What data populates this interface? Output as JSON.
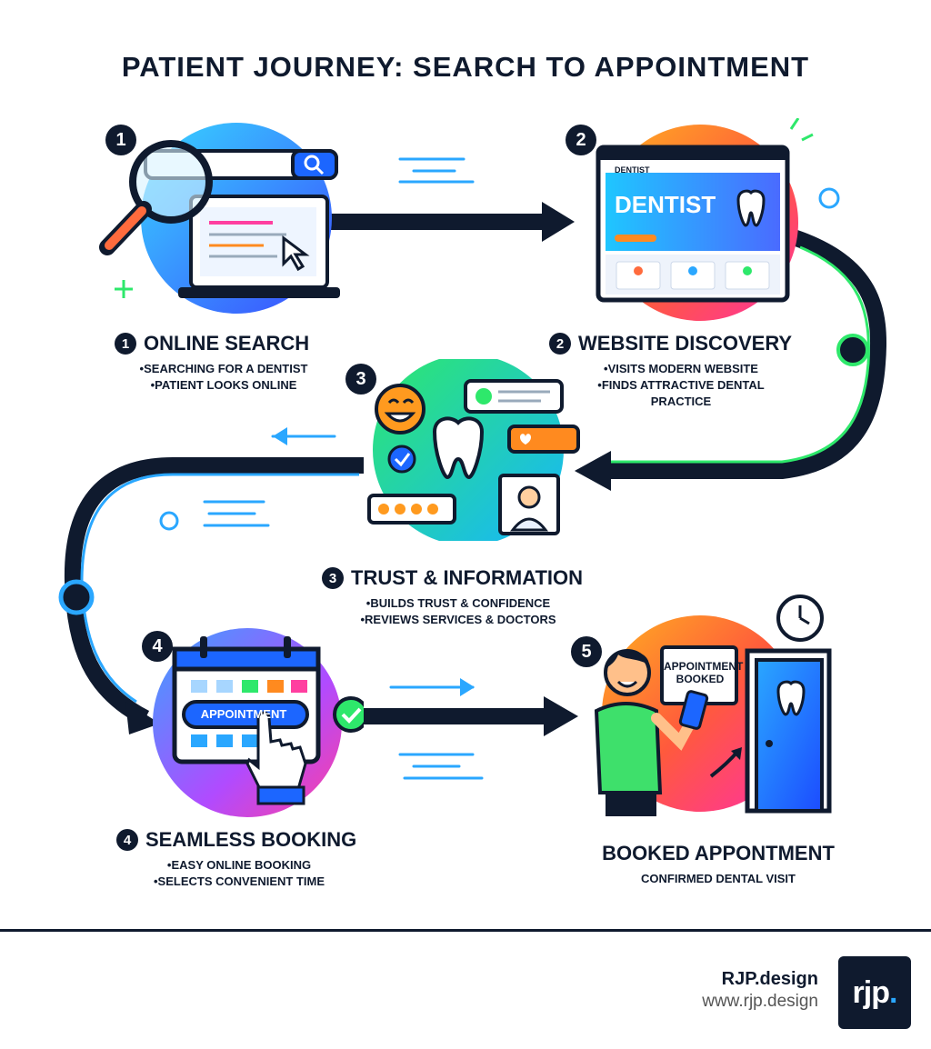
{
  "title": "PATIENT JOURNEY: SEARCH TO APPOINTMENT",
  "steps": [
    {
      "number": "1",
      "title": "ONLINE SEARCH",
      "bullets": [
        "SEARCHING FOR A DENTIST",
        "PATIENT LOOKS ONLINE"
      ]
    },
    {
      "number": "2",
      "title": "WEBSITE DISCOVERY",
      "bullets": [
        "VISITS MODERN WEBSITE",
        "FINDS ATTRACTIVE DENTAL PRACTICE"
      ],
      "site_brand": "DENTIST",
      "site_hero": "DENTIST"
    },
    {
      "number": "3",
      "title": "TRUST & INFORMATION",
      "bullets": [
        "BUILDS TRUST & CONFIDENCE",
        "REVIEWS SERVICES & DOCTORS"
      ]
    },
    {
      "number": "4",
      "title": "SEAMLESS BOOKING",
      "bullets": [
        "EASY ONLINE BOOKING",
        "SELECTS CONVENIENT TIME"
      ],
      "button_label": "APPOINTMENT"
    },
    {
      "number": "5",
      "title": "BOOKED APPONTMENT",
      "subtitle": "CONFIRMED DENTAL VISIT",
      "sign": "APPOINTMENT BOOKED"
    }
  ],
  "footer": {
    "brand": "RJP.design",
    "url": "www.rjp.design",
    "logo_text": "rjp",
    "logo_dot": "."
  },
  "colors": {
    "navy": "#0f1a2e",
    "blue": "#2aa7ff",
    "green": "#2ee86b",
    "pink": "#ff3fa0",
    "orange": "#ff8a1f"
  }
}
